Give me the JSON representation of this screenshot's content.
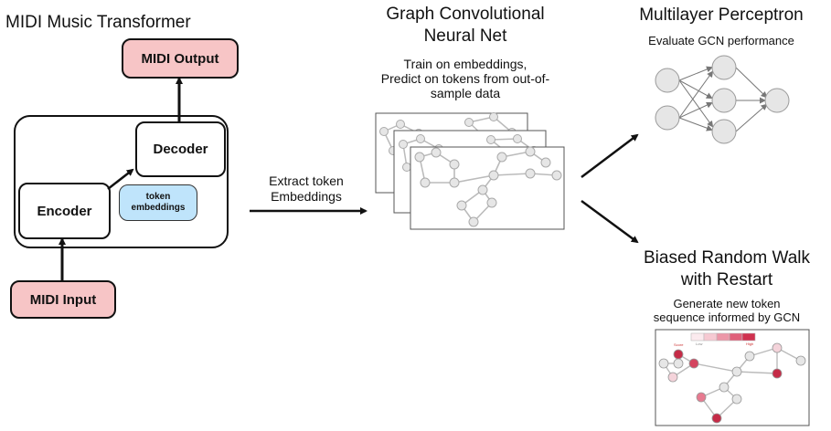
{
  "midi_transformer": {
    "title": "MIDI Music Transformer",
    "output_label": "MIDI Output",
    "decoder_label": "Decoder",
    "encoder_label": "Encoder",
    "embeddings_label_line1": "token",
    "embeddings_label_line2": "embeddings",
    "input_label": "MIDI Input"
  },
  "extract": {
    "line1": "Extract token",
    "line2": "Embeddings"
  },
  "gcn": {
    "title_line1": "Graph Convolutional",
    "title_line2": "Neural Net",
    "desc_line1": "Train on embeddings,",
    "desc_line2": "Predict on tokens from out-of-",
    "desc_line3": "sample data"
  },
  "mlp": {
    "title": "Multilayer Perceptron",
    "subtitle": "Evaluate GCN performance"
  },
  "random_walk": {
    "title_line1": "Biased Random Walk",
    "title_line2": "with Restart",
    "desc_line1": "Generate new token",
    "desc_line2": "sequence informed by GCN",
    "legend_score": "Score",
    "legend_low": "Low",
    "legend_high": "High"
  },
  "colors": {
    "pink_box": "#f7c5c6",
    "blue_box": "#bfe4fb",
    "node_gray": "#e6e6e6",
    "node_red": "#d0314f"
  }
}
